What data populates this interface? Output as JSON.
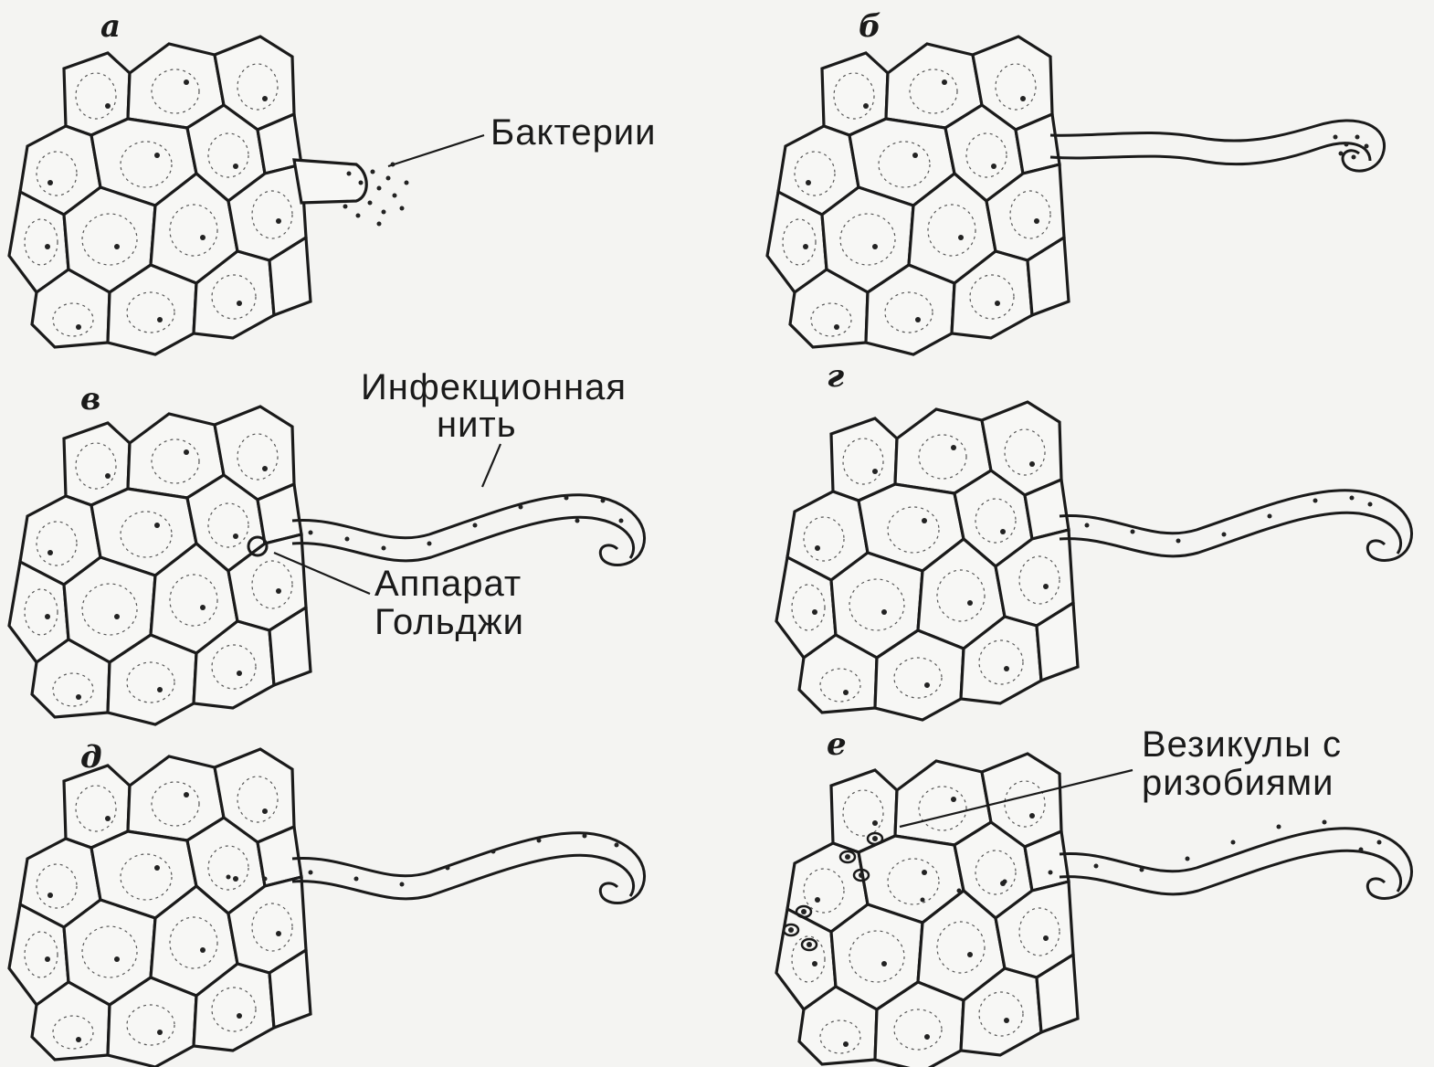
{
  "panels": [
    {
      "letter": "а"
    },
    {
      "letter": "б"
    },
    {
      "letter": "в"
    },
    {
      "letter": "г"
    },
    {
      "letter": "д"
    },
    {
      "letter": "е"
    }
  ],
  "labels": {
    "bacteria": "Бактерии",
    "infection_thread_line1": "Инфекционная",
    "infection_thread_line2": "нить",
    "golgi_line1": "Аппарат",
    "golgi_line2": "Гольджи",
    "vesicles_line1": "Везикулы с",
    "vesicles_line2": "ризобиями"
  }
}
